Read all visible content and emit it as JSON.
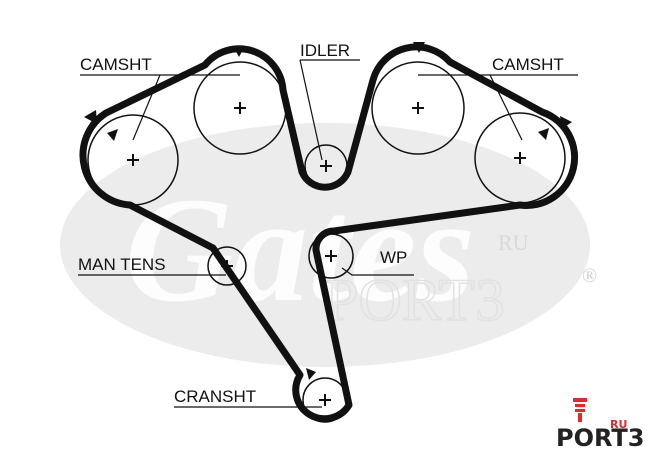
{
  "labels": {
    "camsht_left": "CAMSHT",
    "idler": "IDLER",
    "camsht_right": "CAMSHT",
    "man_tens": "MAN TENS",
    "wp": "WP",
    "cransht": "CRANSHT"
  },
  "watermark": {
    "logo_text": "Gates",
    "registered_mark": "®",
    "ru": "RU",
    "port": "PORT3"
  },
  "brand_logo": {
    "name": "PORT3",
    "suffix": "RU"
  },
  "icons": [
    "direction-arrow-icon",
    "pulley-center-icon"
  ],
  "colors": {
    "belt": "#111111",
    "watermark": "#e6e6e6",
    "brand_red": "#e8272c",
    "label": "#111111"
  }
}
